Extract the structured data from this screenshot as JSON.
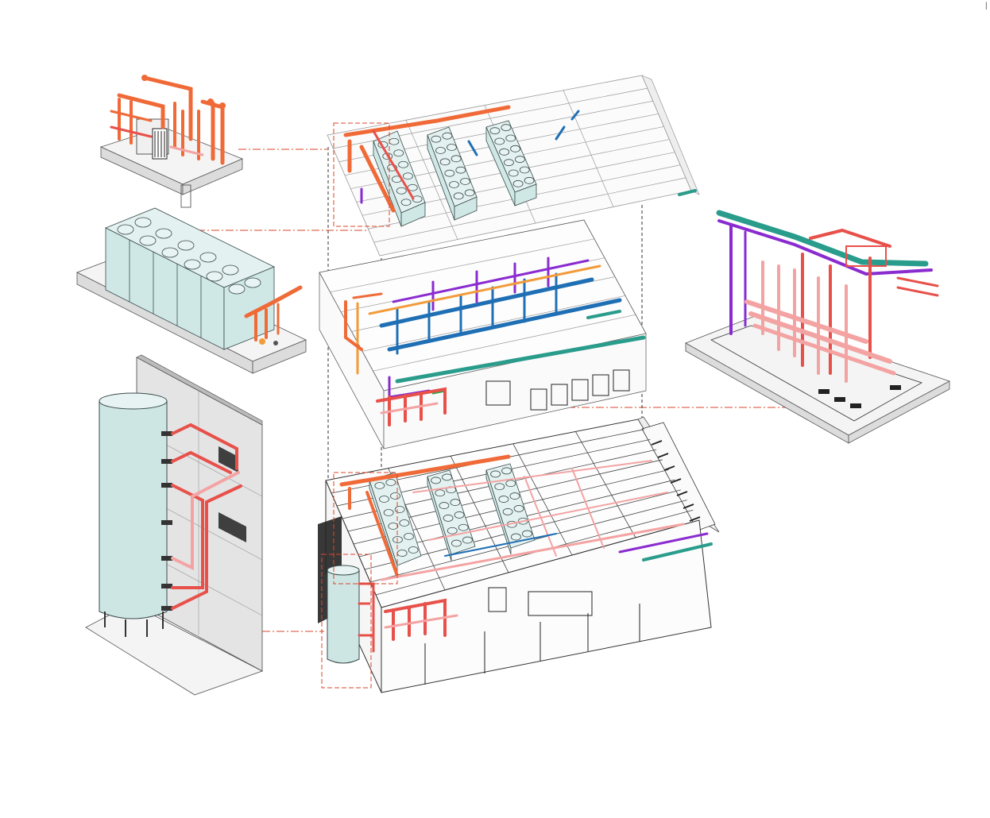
{
  "diagram": {
    "type": "exploded-isometric-mep-model",
    "colors": {
      "refrigerant": "#f06a38",
      "heating": "#e8504a",
      "heating_return": "#f4a3a3",
      "chilled_water": "#1f6fb5",
      "drainage": "#8a2bd0",
      "ventilation": "#2a9c8c",
      "domestic_water": "#f29b3a",
      "callout_line": "#d9472b",
      "equipment_fill": "#cfe8e6"
    },
    "views": [
      {
        "id": "manifold-detail",
        "label": ""
      },
      {
        "id": "chiller-row-detail",
        "label": ""
      },
      {
        "id": "buffer-tank-detail",
        "label": ""
      },
      {
        "id": "roof-level",
        "label": ""
      },
      {
        "id": "plant-room-level",
        "label": ""
      },
      {
        "id": "assembled-building",
        "label": ""
      },
      {
        "id": "distribution-header-detail",
        "label": ""
      }
    ]
  }
}
